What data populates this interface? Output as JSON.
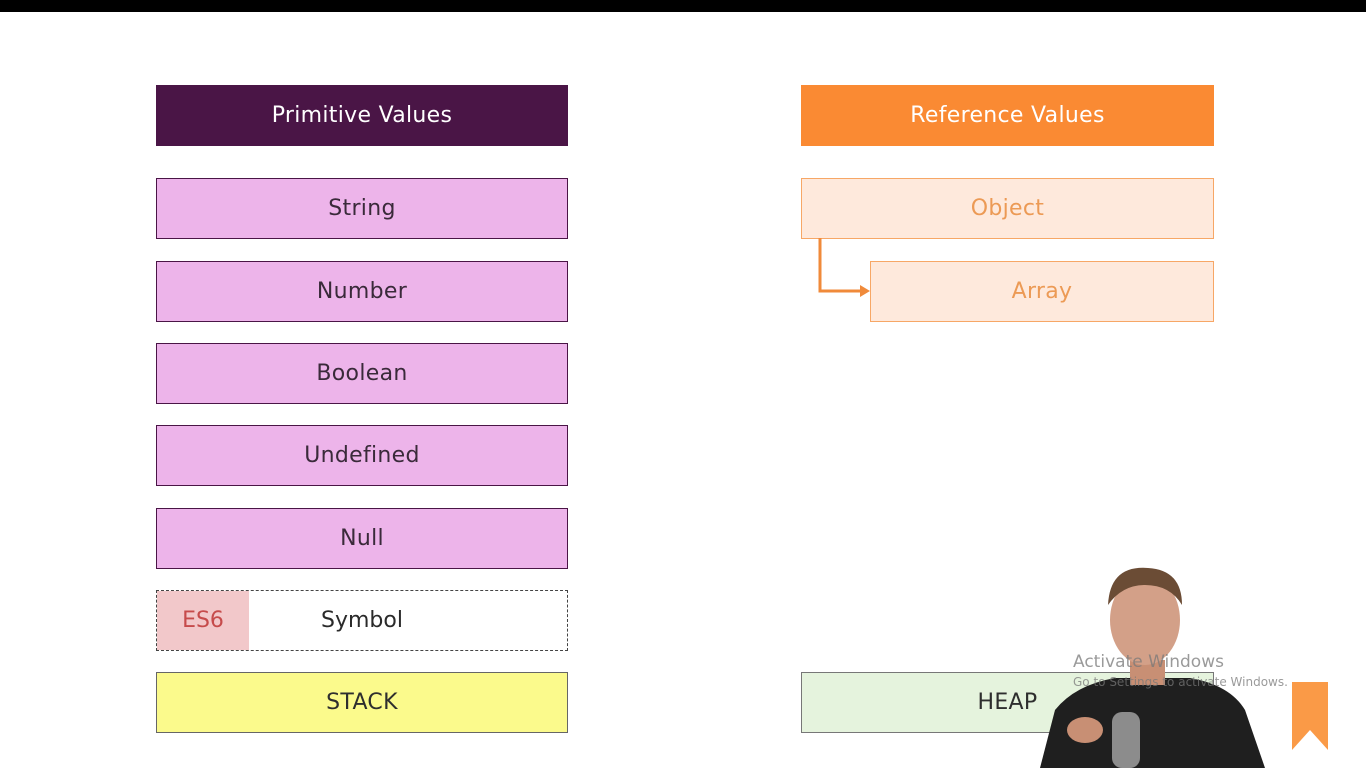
{
  "primitive": {
    "header": "Primitive Values",
    "items": [
      "String",
      "Number",
      "Boolean",
      "Undefined",
      "Null"
    ],
    "symbol": {
      "badge": "ES6",
      "label": "Symbol"
    },
    "storage": "STACK"
  },
  "reference": {
    "header": "Reference Values",
    "items": [
      "Object",
      "Array"
    ],
    "storage": "HEAP"
  },
  "watermark": {
    "line1": "Activate Windows",
    "line2": "Go to Settings to activate Windows."
  },
  "colors": {
    "primitive_header": "#4a1546",
    "primitive_item": "#edb4ea",
    "reference_header": "#fa8a33",
    "reference_item": "#fee9dc",
    "stack": "#fbfa8c",
    "heap": "#e5f3dd",
    "es6_badge": "#f2c8ca"
  }
}
